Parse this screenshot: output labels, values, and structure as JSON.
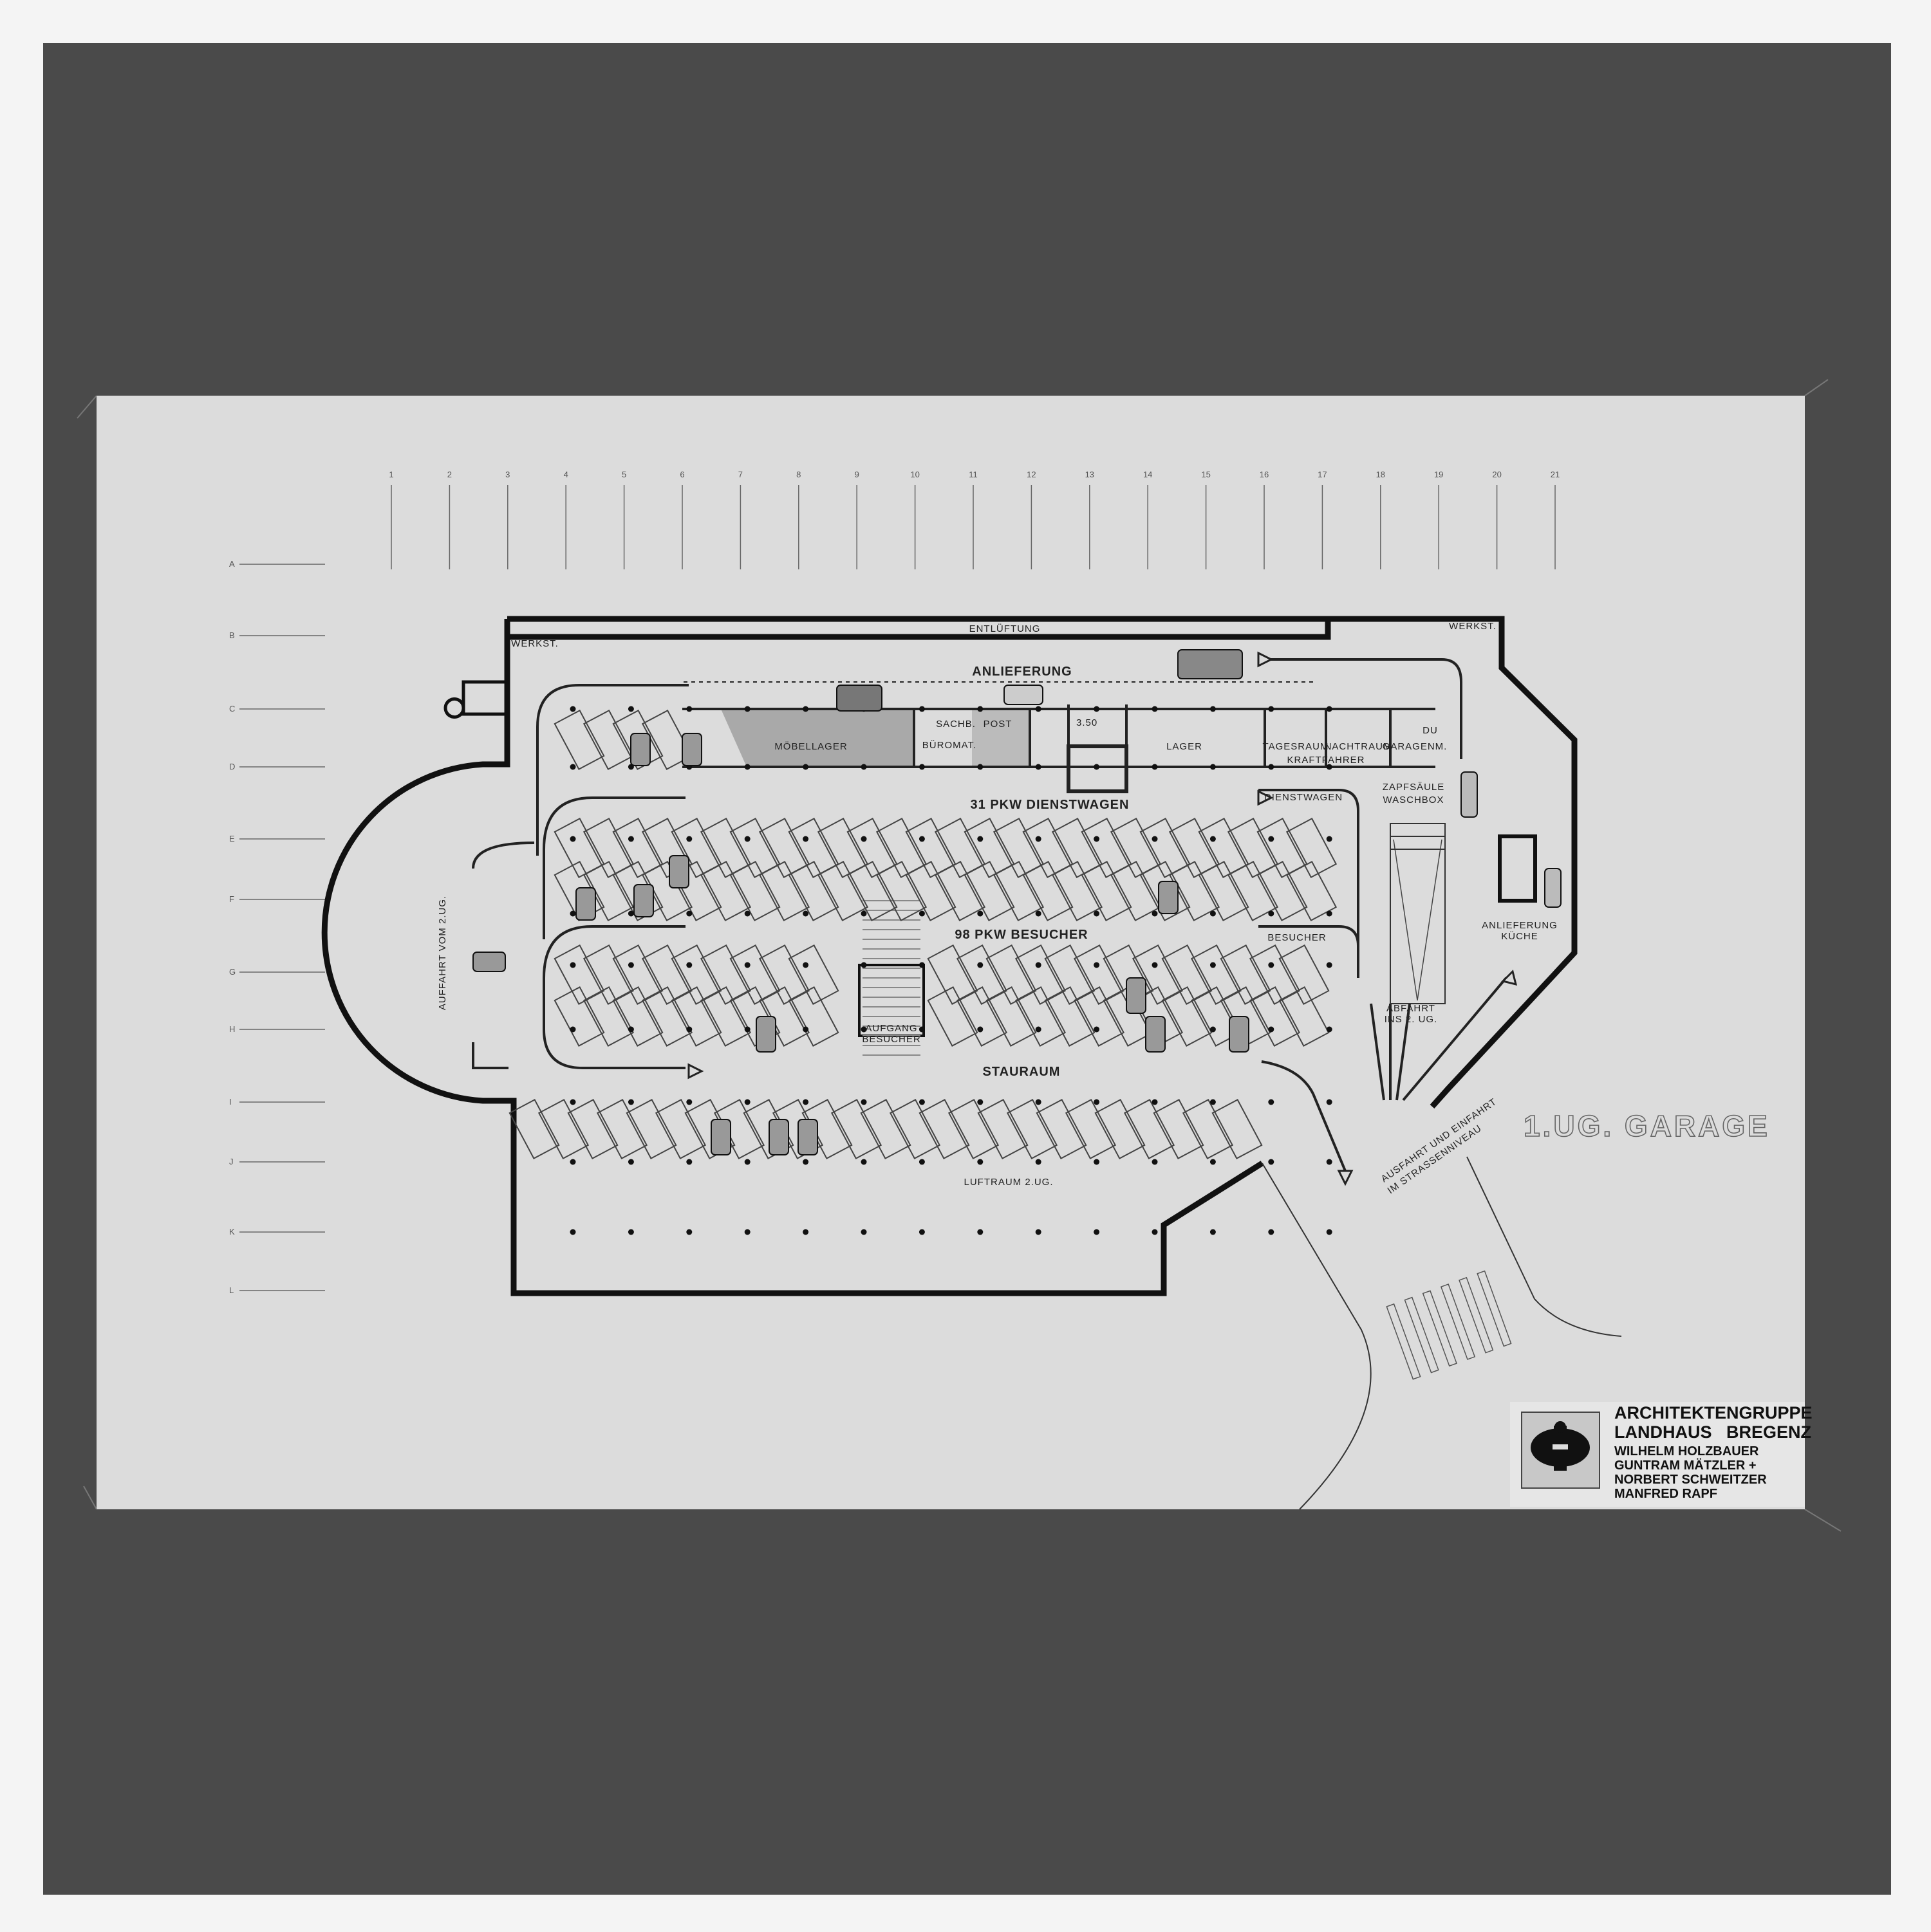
{
  "drawing": {
    "title": "1.UG. GARAGE",
    "column_numbers": [
      "1",
      "2",
      "3",
      "4",
      "5",
      "6",
      "7",
      "8",
      "9",
      "10",
      "11",
      "12",
      "13",
      "14",
      "15",
      "16",
      "17",
      "18",
      "19",
      "20",
      "21"
    ],
    "row_letters": [
      "A",
      "B",
      "C",
      "D",
      "E",
      "F",
      "G",
      "H",
      "I",
      "J",
      "K",
      "L"
    ],
    "rooms": {
      "entlueftung": "ENTLÜFTUNG",
      "werkst_left": "WERKST.",
      "werkst_right": "WERKST.",
      "anlieferung": "ANLIEFERUNG",
      "moebellager": "MÖBELLAGER",
      "sachb": "SACHB.",
      "post": "POST",
      "buromat": "BÜROMAT.",
      "stair_level": "3.50",
      "lager": "LAGER",
      "tagesraum": "TAGESRAUM",
      "nachtraum": "NACHTRAUM",
      "kraftfahrer": "KRAFTFAHRER",
      "garagenm": "GARAGENM.",
      "du": "DU"
    },
    "zones": {
      "dienstwagen_parking": "31 PKW DIENSTWAGEN",
      "besucher_parking": "98 PKW BESUCHER",
      "stauraum": "STAURAUM",
      "luftraum": "LUFTRAUM 2.UG.",
      "auffahrt": "AUFFAHRT VOM 2.UG.",
      "aufgang_1": "AUFGANG",
      "aufgang_2": "BESUCHER",
      "zapfsaeule": "ZAPFSÄULE",
      "waschbox": "WASCHBOX",
      "abfahrt_1": "ABFAHRT",
      "abfahrt_2": "INS 2. UG.",
      "anlieferung_kueche_1": "ANLIEFERUNG",
      "anlieferung_kueche_2": "KÜCHE",
      "ausfahrt_1": "AUSFAHRT UND EINFAHRT",
      "ausfahrt_2": "IM STRASSENNIVEAU"
    },
    "arrows": {
      "dienstwagen": "DIENSTWAGEN",
      "besucher": "BESUCHER"
    }
  },
  "title_block": {
    "line1": "ARCHITEKTENGRUPPE",
    "line2": "LANDHAUS   BREGENZ",
    "architects": [
      "WILHELM HOLZBAUER",
      "GUNTRAM MÄTZLER +",
      "NORBERT SCHWEITZER",
      "MANFRED RAPF"
    ],
    "emblem": "eagle-emblem"
  },
  "colors": {
    "mount": "#4a4a4a",
    "paper": "#dcdcdc",
    "ink": "#1e1e1e",
    "shaded_room": "#a9a9a9"
  }
}
